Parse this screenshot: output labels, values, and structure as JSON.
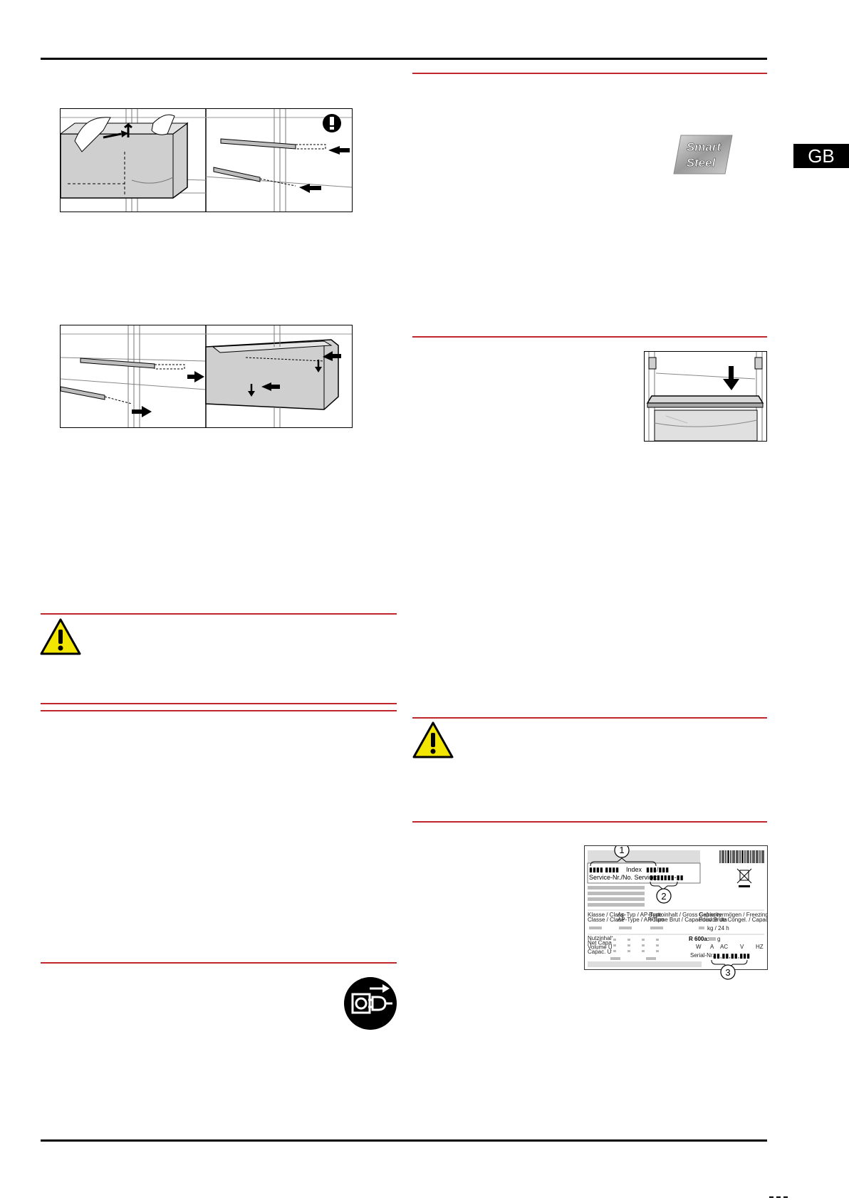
{
  "tab": {
    "language": "GB"
  },
  "smart_steel": {
    "line1": "Smart",
    "line2": "Steel"
  },
  "rating_label": {
    "callouts": [
      "1",
      "2",
      "3"
    ],
    "index_label": "Index",
    "service_label": "Service-Nr./No. Service:",
    "klasse_label": "Klasse / Class\nClasse / Clase",
    "type_label": "Ap-Typ / AP-Type\nAP-Type / AP-Tipo",
    "gross_label": "Bruttoinhalt / Gross Capacity\nVolume Brut / Capacidad Bruta",
    "freezing_label": "Gefriervermögen / Freezing Capacity\nPouvoir de Congel. / Capac. Congelados",
    "kg_label": "kg / 24 h",
    "nutz_label": "Nutzinhalt\nNet Capacity\nVolume Utile\nCapac. Util",
    "r600_label": "R 600a:",
    "g_label": "g",
    "serial_label": "Serial-Nr.",
    "unit_labels": [
      "W",
      "A",
      "AC",
      "V",
      "HZ"
    ]
  },
  "colors": {
    "rule_red": "#c0262b",
    "warning_yellow": "#f2e500",
    "tab_black": "#000000"
  },
  "icons": [
    "exclamation-icon",
    "warning-triangle-icon",
    "unplug-icon",
    "weee-bin-icon",
    "barcode-icon"
  ]
}
